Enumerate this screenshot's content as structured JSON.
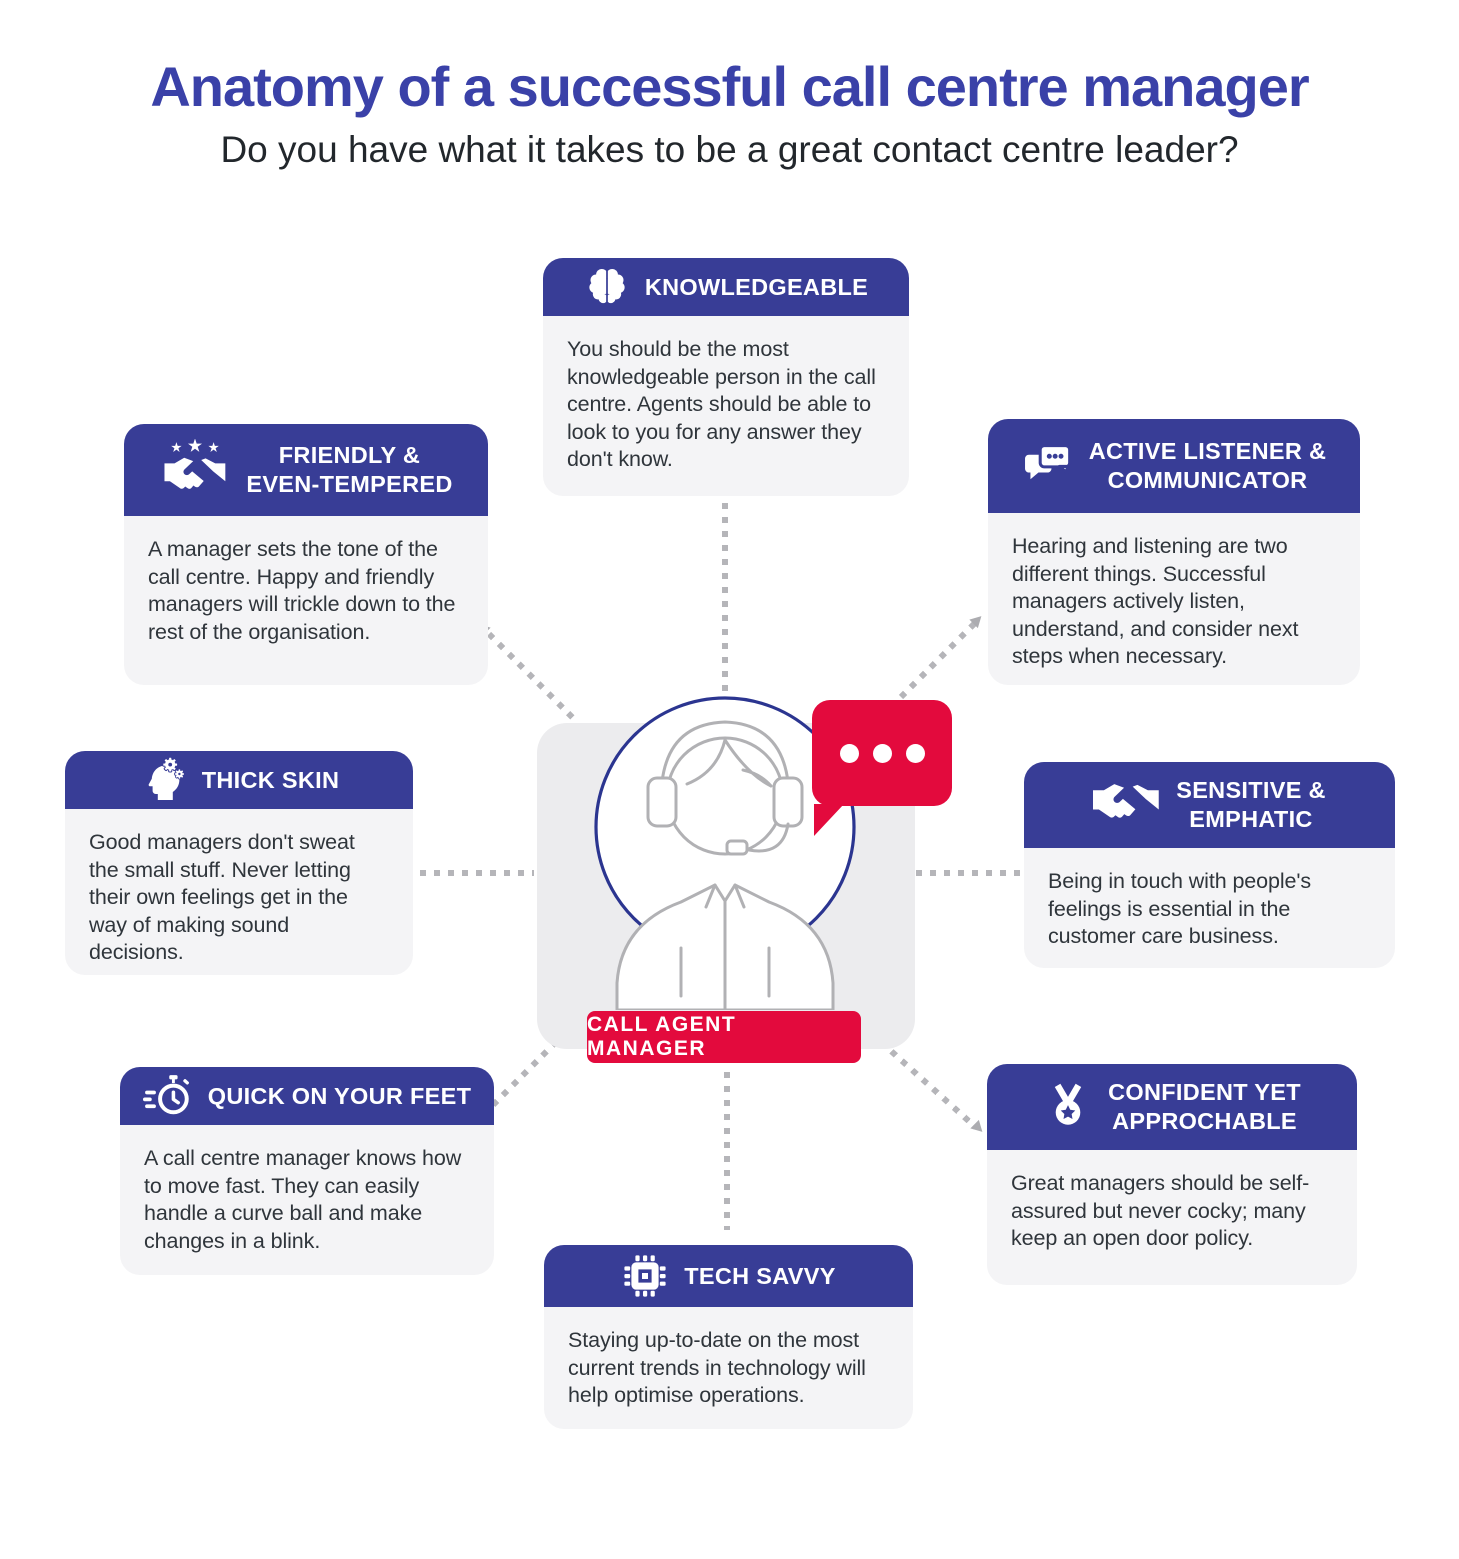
{
  "page": {
    "title": "Anatomy of a successful call centre manager",
    "subtitle": "Do you have what it takes to be a great contact centre leader?"
  },
  "center": {
    "label": "CALL AGENT MANAGER",
    "illustration_icon": "call-agent-headset-icon",
    "bubble_icon": "chat-bubble-icon"
  },
  "cards": [
    {
      "id": "knowledgeable",
      "icon": "brain-icon",
      "title": "KNOWLEDGEABLE",
      "body": "You should be the most knowledgeable person in the call centre. Agents should be able to look to you for any answer they don't know."
    },
    {
      "id": "friendly-even-tempered",
      "icon": "handshake-stars-icon",
      "title": "FRIENDLY &\nEVEN-TEMPERED",
      "body": "A manager sets the tone of the call centre. Happy and friendly managers will trickle down to the rest of the organisation."
    },
    {
      "id": "active-listener-communicator",
      "icon": "speech-bubbles-icon",
      "title": "ACTIVE LISTENER &\nCOMMUNICATOR",
      "body": "Hearing and listening are two different things. Successful managers actively listen, understand, and consider next steps when necessary."
    },
    {
      "id": "thick-skin",
      "icon": "head-gears-icon",
      "title": "THICK SKIN",
      "body": "Good managers don't sweat the small stuff. Never letting their own feelings get in the way of making sound decisions."
    },
    {
      "id": "sensitive-emphatic",
      "icon": "handshake-icon",
      "title": "SENSITIVE &\nEMPHATIC",
      "body": "Being in touch with people's feelings is essential in the customer care business."
    },
    {
      "id": "quick-on-your-feet",
      "icon": "stopwatch-icon",
      "title": "QUICK ON YOUR FEET",
      "body": "A call centre manager knows how to move fast. They can easily handle a curve ball and make changes in a blink."
    },
    {
      "id": "confident-yet-approchable",
      "icon": "medal-icon",
      "title": "CONFIDENT YET\nAPPROCHABLE",
      "body": "Great managers should be self-assured but never cocky; many keep an open door policy."
    },
    {
      "id": "tech-savvy",
      "icon": "chip-icon",
      "title": "TECH SAVVY",
      "body": "Staying up-to-date on the most current trends in technology will help optimise operations."
    }
  ],
  "colors": {
    "header_blue": "#383D96",
    "title_blue": "#3A41A8",
    "accent_red": "#E30A3D",
    "card_bg": "#F4F4F6",
    "center_bg": "#ECECEE",
    "body_text": "#2F353B",
    "dot_gray": "#B5B5B9",
    "line_art_gray": "#B1B1B4",
    "circle_blue": "#2B3590"
  }
}
